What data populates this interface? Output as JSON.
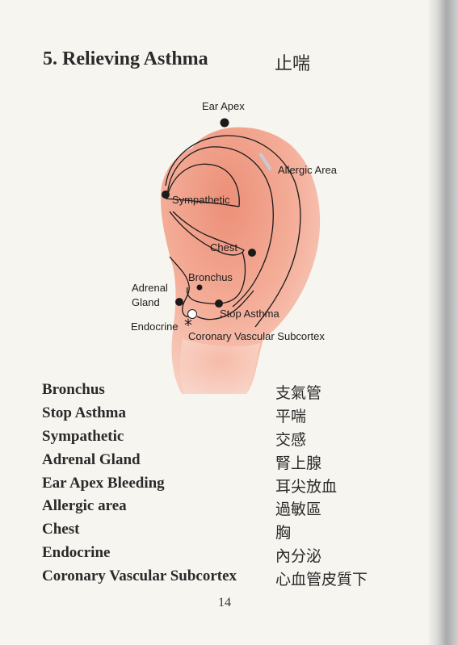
{
  "title": "5. Relieving Asthma",
  "title_zh": "止喘",
  "diagram": {
    "labels": {
      "ear_apex": "Ear Apex",
      "allergic_area": "Allergic Area",
      "sympathetic": "Sympathetic",
      "chest": "Chest",
      "bronchus": "Bronchus",
      "adrenal": "Adrenal",
      "gland": "Gland",
      "stop_asthma": "Stop Asthma",
      "endocrine": "Endocrine",
      "coronary": "Coronary Vascular Subcortex",
      "asterisk": "*"
    },
    "colors": {
      "ear_fill": "#f4b7a4",
      "ear_dark": "#ec8f78",
      "outline": "#1a1a1a"
    }
  },
  "terms": [
    {
      "en": "Bronchus",
      "zh": "支氣管"
    },
    {
      "en": "Stop Asthma",
      "zh": "平喘"
    },
    {
      "en": "Sympathetic",
      "zh": "交感"
    },
    {
      "en": "Adrenal Gland",
      "zh": "腎上腺"
    },
    {
      "en": "Ear Apex Bleeding",
      "zh": "耳尖放血"
    },
    {
      "en": "Allergic area",
      "zh": "過敏區"
    },
    {
      "en": "Chest",
      "zh": "胸"
    },
    {
      "en": "Endocrine",
      "zh": "內分泌"
    },
    {
      "en": "Coronary Vascular Subcortex",
      "zh": "心血管皮質下"
    }
  ],
  "page_number": "14"
}
